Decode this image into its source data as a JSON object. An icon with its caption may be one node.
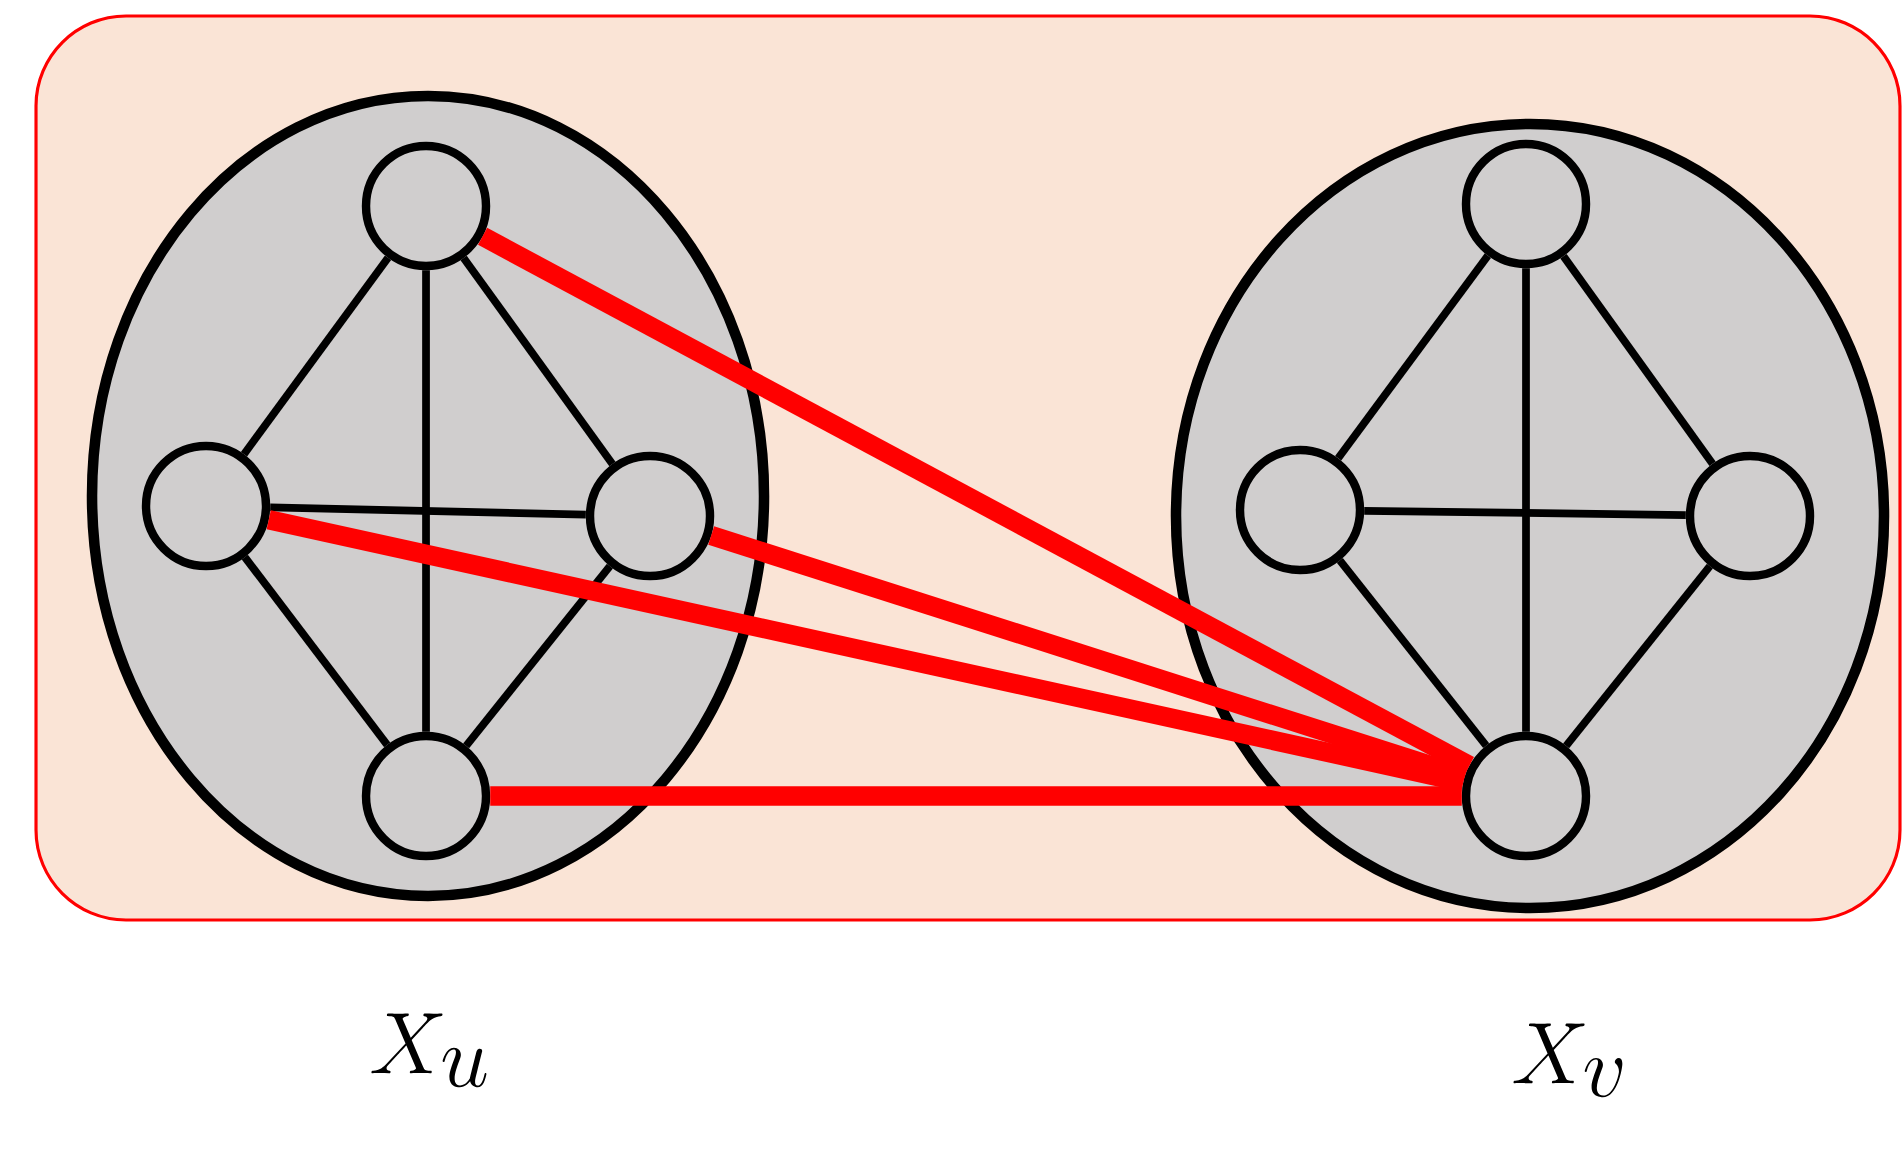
{
  "diagram": {
    "nodes": [
      {
        "text": [],
        "shape": "box"
      },
      {
        "text": [],
        "shape": "ellipse",
        "in": 0,
        "beside": [
          "X_{u}"
        ]
      },
      {
        "text": [],
        "shape": "circle",
        "in": 1
      },
      {
        "text": [],
        "shape": "circle",
        "in": 1
      },
      {
        "text": [],
        "shape": "circle",
        "in": 1
      },
      {
        "text": [],
        "shape": "circle",
        "in": 1
      },
      {
        "text": [],
        "shape": "ellipse",
        "in": 0,
        "beside": [
          "X_{v}"
        ]
      },
      {
        "text": [],
        "shape": "circle",
        "in": 6
      },
      {
        "text": [],
        "shape": "circle",
        "in": 6
      },
      {
        "text": [],
        "shape": "circle",
        "in": 6
      },
      {
        "text": [],
        "shape": "circle",
        "in": 6
      }
    ],
    "edges": [
      {
        "from": 2,
        "to": 3,
        "arrow": "none"
      },
      {
        "from": 2,
        "to": 4,
        "arrow": "none"
      },
      {
        "from": 2,
        "to": 5,
        "arrow": "none"
      },
      {
        "from": 3,
        "to": 4,
        "arrow": "none"
      },
      {
        "from": 3,
        "to": 5,
        "arrow": "none"
      },
      {
        "from": 4,
        "to": 5,
        "arrow": "none"
      },
      {
        "from": 7,
        "to": 8,
        "arrow": "none"
      },
      {
        "from": 7,
        "to": 9,
        "arrow": "none"
      },
      {
        "from": 7,
        "to": 10,
        "arrow": "none"
      },
      {
        "from": 8,
        "to": 9,
        "arrow": "none"
      },
      {
        "from": 8,
        "to": 10,
        "arrow": "none"
      },
      {
        "from": 9,
        "to": 10,
        "arrow": "none"
      },
      {
        "from": 2,
        "to": 10,
        "arrow": "none",
        "style": "thick",
        "color": "#ff0000"
      },
      {
        "from": 3,
        "to": 10,
        "arrow": "none",
        "style": "thick",
        "color": "#ff0000"
      },
      {
        "from": 4,
        "to": 10,
        "arrow": "none",
        "style": "thick",
        "color": "#ff0000"
      },
      {
        "from": 5,
        "to": 10,
        "arrow": "none",
        "style": "thick",
        "color": "#ff0000"
      }
    ]
  }
}
